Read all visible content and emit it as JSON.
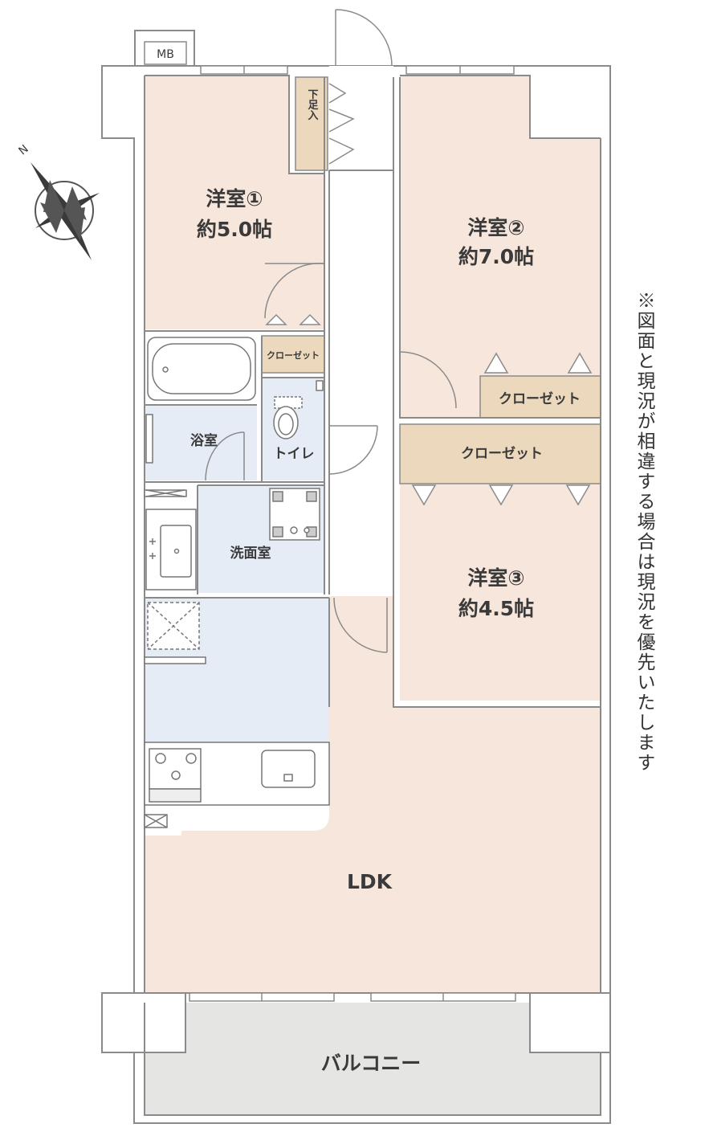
{
  "labels": {
    "mb": "MB",
    "shoe_box": "下足入",
    "room1_name": "洋室①",
    "room1_size": "約5.0帖",
    "room2_name": "洋室②",
    "room2_size": "約7.0帖",
    "room3_name": "洋室③",
    "room3_size": "約4.5帖",
    "closet_small": "クローゼット",
    "closet_r2": "クローゼット",
    "closet_r3": "クローゼット",
    "bath": "浴室",
    "toilet": "トイレ",
    "washroom": "洗面室",
    "ldk": "LDK",
    "balcony": "バルコニー",
    "north": "N"
  },
  "note": "※図面と現況が相違する場合は現況を優先いたします",
  "colors": {
    "room": "#f7e6dc",
    "wet_area": "#e6ecf5",
    "closet": "#ecd9bd",
    "balcony": "#e5e5e4",
    "wall": "#8a8a8a",
    "fixture": "#777777"
  },
  "icons": [
    "compass-icon",
    "bathtub-icon",
    "toilet-icon",
    "washbasin-icon",
    "washing-machine-icon",
    "stove-icon",
    "sink-icon"
  ]
}
